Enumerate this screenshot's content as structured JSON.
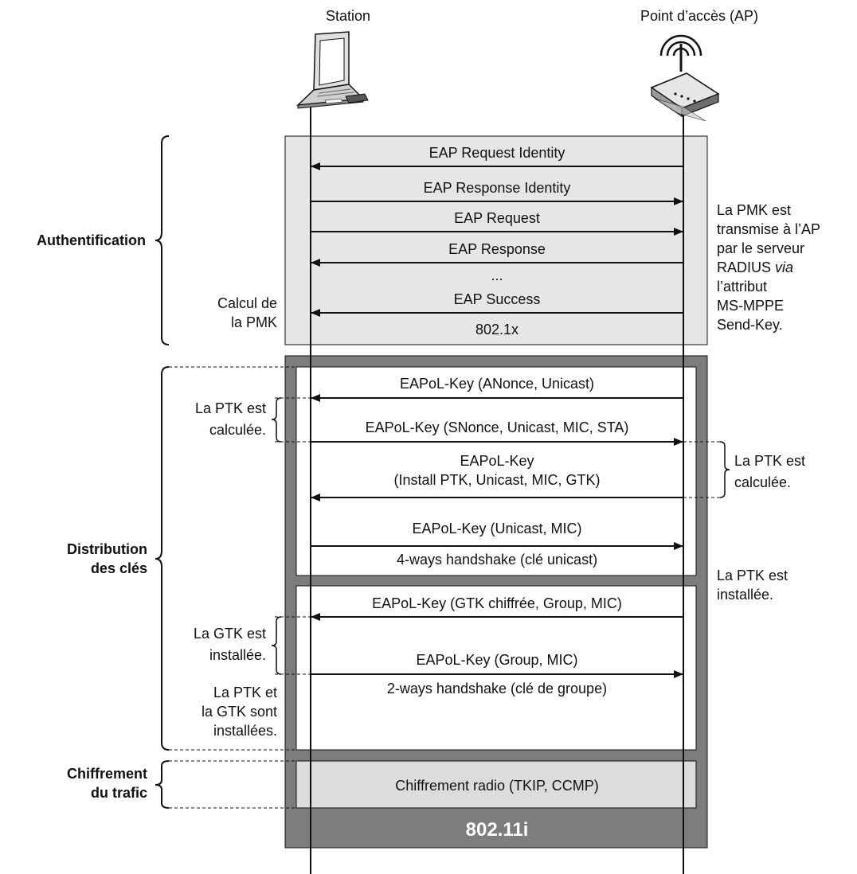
{
  "colors": {
    "frame_dark": "#7d7d7d",
    "panel_light": "#e6e6e6",
    "inner_light": "#dcdcdc",
    "line": "#111111",
    "white": "#ffffff"
  },
  "header": {
    "station": "Station",
    "ap": "Point d’accès (AP)",
    "station_icon": "laptop-icon",
    "ap_icon": "wireless-access-point-icon"
  },
  "phases": {
    "auth": "Authentification",
    "dist_line1": "Distribution",
    "dist_line2": "des clés",
    "chiff_line1": "Chiffrement",
    "chiff_line2": "du trafic"
  },
  "auth": {
    "messages": [
      "EAP Request Identity",
      "EAP Response Identity",
      "EAP Request",
      "EAP Response",
      "...",
      "EAP Success"
    ],
    "protocol": "802.1x",
    "left_note": [
      "Calcul de",
      "la PMK"
    ],
    "right_note": {
      "line1": "La PMK est",
      "line2": "transmise à l’AP",
      "line3": "par le serveur",
      "line4_pre": "RADIUS ",
      "line4_italic": "via",
      "line5": "l’attribut",
      "line6": "MS-MPPE",
      "line7": "Send-Key."
    }
  },
  "four_way": {
    "msg1": "EAPoL-Key (ANonce, Unicast)",
    "msg2": "EAPoL-Key (SNonce, Unicast, MIC, STA)",
    "msg3_line1": "EAPoL-Key",
    "msg3_line2": "(Install PTK, Unicast, MIC, GTK)",
    "msg4": "EAPoL-Key (Unicast, MIC)",
    "label": "4-ways handshake (clé unicast)",
    "left_note": [
      "La PTK est",
      "calculée."
    ],
    "right_note": [
      "La PTK est",
      "calculée."
    ],
    "right_note_installed": [
      "La PTK est",
      "installée."
    ]
  },
  "two_way": {
    "msg1": "EAPoL-Key (GTK chiffrée, Group, MIC)",
    "msg2": "EAPoL-Key (Group, MIC)",
    "label": "2-ways handshake (clé de groupe)",
    "left_note_gtk": [
      "La GTK est",
      "installée."
    ],
    "left_note_both": [
      "La PTK et",
      "la GTK sont",
      "installées."
    ]
  },
  "encryption": {
    "label": "Chiffrement radio (TKIP, CCMP)"
  },
  "footer": {
    "standard": "802.11i"
  }
}
